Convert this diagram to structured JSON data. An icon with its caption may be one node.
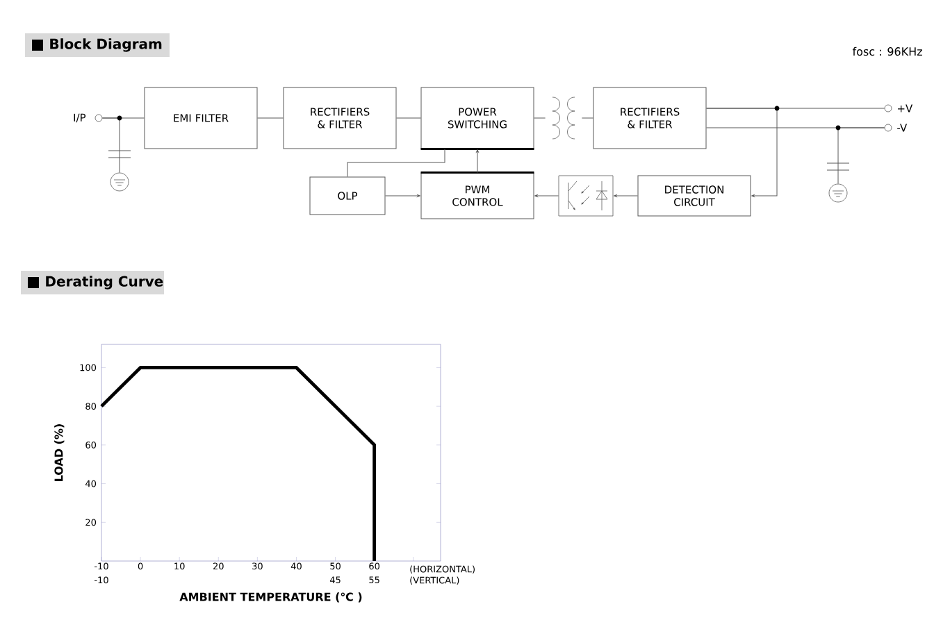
{
  "diagram": {
    "title": "Block Diagram",
    "nodes": [
      {
        "text": [],
        "shape": "circle",
        "beside": [
          "I/P"
        ]
      },
      {
        "text": [
          "EMI FILTER"
        ]
      },
      {
        "text": [
          "RECTIFIERS & FILTER"
        ]
      },
      {
        "text": [
          "POWER SWITCHING"
        ]
      },
      {
        "text": [],
        "shape": "transformer"
      },
      {
        "text": [
          "RECTIFIERS & FILTER"
        ]
      },
      {
        "text": [],
        "shape": "circle",
        "beside": [
          "+V"
        ]
      },
      {
        "text": [],
        "shape": "circle",
        "beside": [
          "-V"
        ]
      },
      {
        "text": [
          "OLP"
        ]
      },
      {
        "text": [
          "PWM CONTROL"
        ]
      },
      {
        "text": [],
        "shape": "optocoupler"
      },
      {
        "text": [
          "DETECTION CIRCUIT"
        ]
      },
      {
        "text": [],
        "shape": "ground"
      },
      {
        "text": [],
        "shape": "ground"
      }
    ],
    "edges": [
      {
        "from": 0,
        "to": 1,
        "arrow": "none"
      },
      {
        "from": 0,
        "to": 12,
        "arrow": "none"
      },
      {
        "from": 1,
        "to": 2,
        "arrow": "none"
      },
      {
        "from": 2,
        "to": 3,
        "arrow": "none"
      },
      {
        "from": 3,
        "to": 4,
        "arrow": "none"
      },
      {
        "from": 4,
        "to": 5,
        "arrow": "none"
      },
      {
        "from": 5,
        "to": 6,
        "arrow": "none"
      },
      {
        "from": 5,
        "to": 7,
        "arrow": "none"
      },
      {
        "from": 5,
        "to": 11,
        "arrow": "to"
      },
      {
        "from": 7,
        "to": 13,
        "arrow": "none"
      },
      {
        "from": 11,
        "to": 10,
        "arrow": "to"
      },
      {
        "from": 10,
        "to": 9,
        "arrow": "to"
      },
      {
        "from": 8,
        "to": 9,
        "arrow": "to"
      },
      {
        "from": 9,
        "to": 3,
        "arrow": "to"
      },
      {
        "from": 3,
        "to": 8,
        "arrow": "none"
      }
    ],
    "labels": [
      "fosc : 96KHz",
      "Derating Curve",
      "(HORIZONTAL)",
      "-10",
      "45",
      "55",
      "(VERTICAL)"
    ],
    "chart_data": {
      "type": "line",
      "xlabel": "AMBIENT TEMPERATURE (℃ )",
      "ylabel": "LOAD (%)",
      "x": [
        -10,
        0,
        40,
        60,
        60
      ],
      "series": [
        {
          "color": "#000000",
          "values": [
            80,
            100,
            100,
            60,
            0
          ]
        }
      ],
      "xlim": [
        -10,
        77
      ],
      "ylim": [
        0,
        112
      ],
      "xticks": [
        {
          "value": -10,
          "label": "-10"
        },
        0,
        10,
        20,
        30,
        40,
        50,
        60
      ],
      "yticks": [
        20,
        40,
        60,
        80,
        100
      ]
    }
  }
}
